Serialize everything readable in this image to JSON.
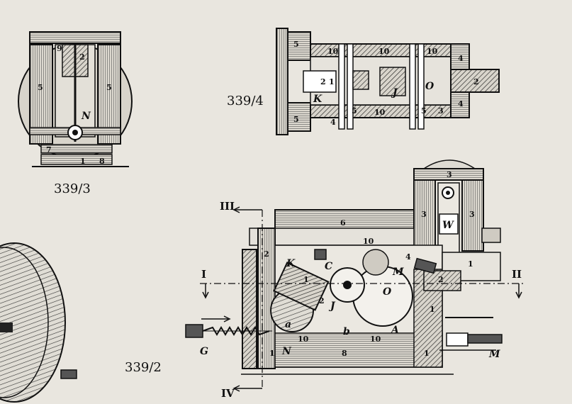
{
  "colors": {
    "paper": "#e9e6df",
    "ink": "#111111",
    "wood": "#dcd8cf"
  },
  "figures": {
    "fig_339_3": {
      "caption": "339/3",
      "labels": {
        "part5_left": "5",
        "part5_right": "5",
        "part2": "2",
        "partN": "N",
        "part7": "7",
        "part1": "1",
        "part8": "8",
        "part9": "9"
      }
    },
    "fig_339_4": {
      "caption": "339/4",
      "labels": {
        "p5_top": "5",
        "p5_bottom": "5",
        "p10_a": "10",
        "p10_b": "10",
        "p10_c": "10",
        "p10_d": "10",
        "p4_right_top": "4",
        "p4_right_bottom": "4",
        "p2_right": "2",
        "p2_k": "2",
        "p1_k": "1",
        "pK": "K",
        "pJ": "J",
        "pO": "O",
        "p5_mid": "5",
        "p4_bottom": "4",
        "p5_b2": "5",
        "p3_b": "3"
      }
    },
    "fig_339_2": {
      "caption": "339/2",
      "section_marks": {
        "I": "I",
        "II": "II",
        "III": "III",
        "IV": "IV"
      },
      "labels": {
        "p3_top": "3",
        "p3_left": "3",
        "p3_right": "3",
        "pW": "W",
        "p6": "6",
        "p10_top": "10",
        "p2_left": "2",
        "pK": "K",
        "pC": "C",
        "pM": "M",
        "p4": "4",
        "p1_arrow": "1",
        "p2_mid": "2",
        "p1_small": "1",
        "p2_small": "2",
        "pO": "O",
        "pJ": "J",
        "pa": "a",
        "pb": "b",
        "pA": "A",
        "p1_right": "1",
        "p10_b1": "10",
        "p10_b2": "10",
        "p8": "8",
        "p1_bot_left": "1",
        "p1_bot_right": "1",
        "pN": "N",
        "pG": "G",
        "pM_right": "M"
      }
    }
  }
}
